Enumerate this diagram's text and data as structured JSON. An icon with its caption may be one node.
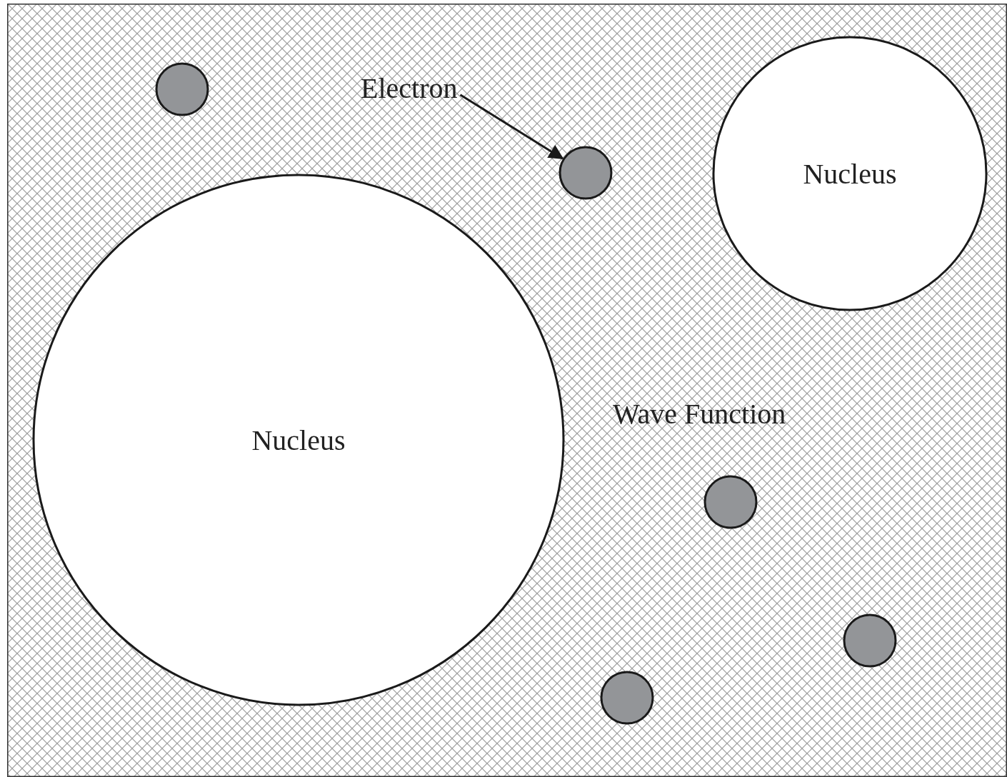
{
  "diagram": {
    "nodes": [
      {
        "text": [
          "Wave Function"
        ]
      },
      {
        "text": [],
        "shape": "circle",
        "in": 0
      },
      {
        "text": [
          "Electron"
        ],
        "in": 0
      },
      {
        "text": [],
        "shape": "circle",
        "in": 0
      },
      {
        "text": [
          "Nucleus"
        ],
        "in": 0
      },
      {
        "text": [
          "Nucleus"
        ],
        "in": 0
      },
      {
        "text": [],
        "shape": "circle",
        "in": 0
      },
      {
        "text": [],
        "shape": "circle",
        "in": 0
      },
      {
        "text": [],
        "shape": "circle",
        "in": 0
      }
    ],
    "edges": [
      {
        "from": 2,
        "to": 3,
        "arrow": "to"
      }
    ]
  }
}
